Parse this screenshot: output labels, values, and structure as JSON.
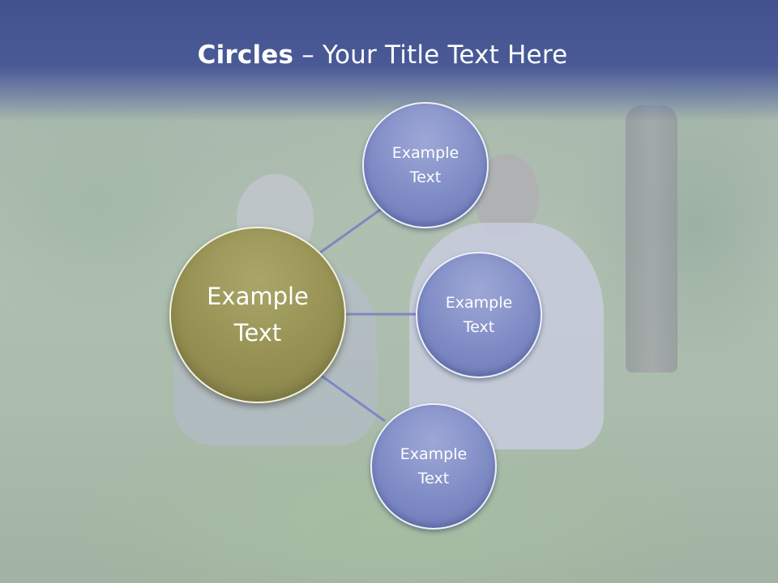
{
  "slide": {
    "title_bold": "Circles",
    "title_rest": " – Your Title Text Here"
  },
  "diagram": {
    "center": {
      "label": "Example\nText",
      "color": "#969152"
    },
    "nodes": [
      {
        "label": "Example\nText",
        "color": "#7f8bc5"
      },
      {
        "label": "Example\nText",
        "color": "#7f8bc5"
      },
      {
        "label": "Example\nText",
        "color": "#7f8bc5"
      }
    ],
    "connector_color": "#7d88c4"
  },
  "colors": {
    "title_band": "#42528f",
    "title_text": "#ffffff"
  }
}
